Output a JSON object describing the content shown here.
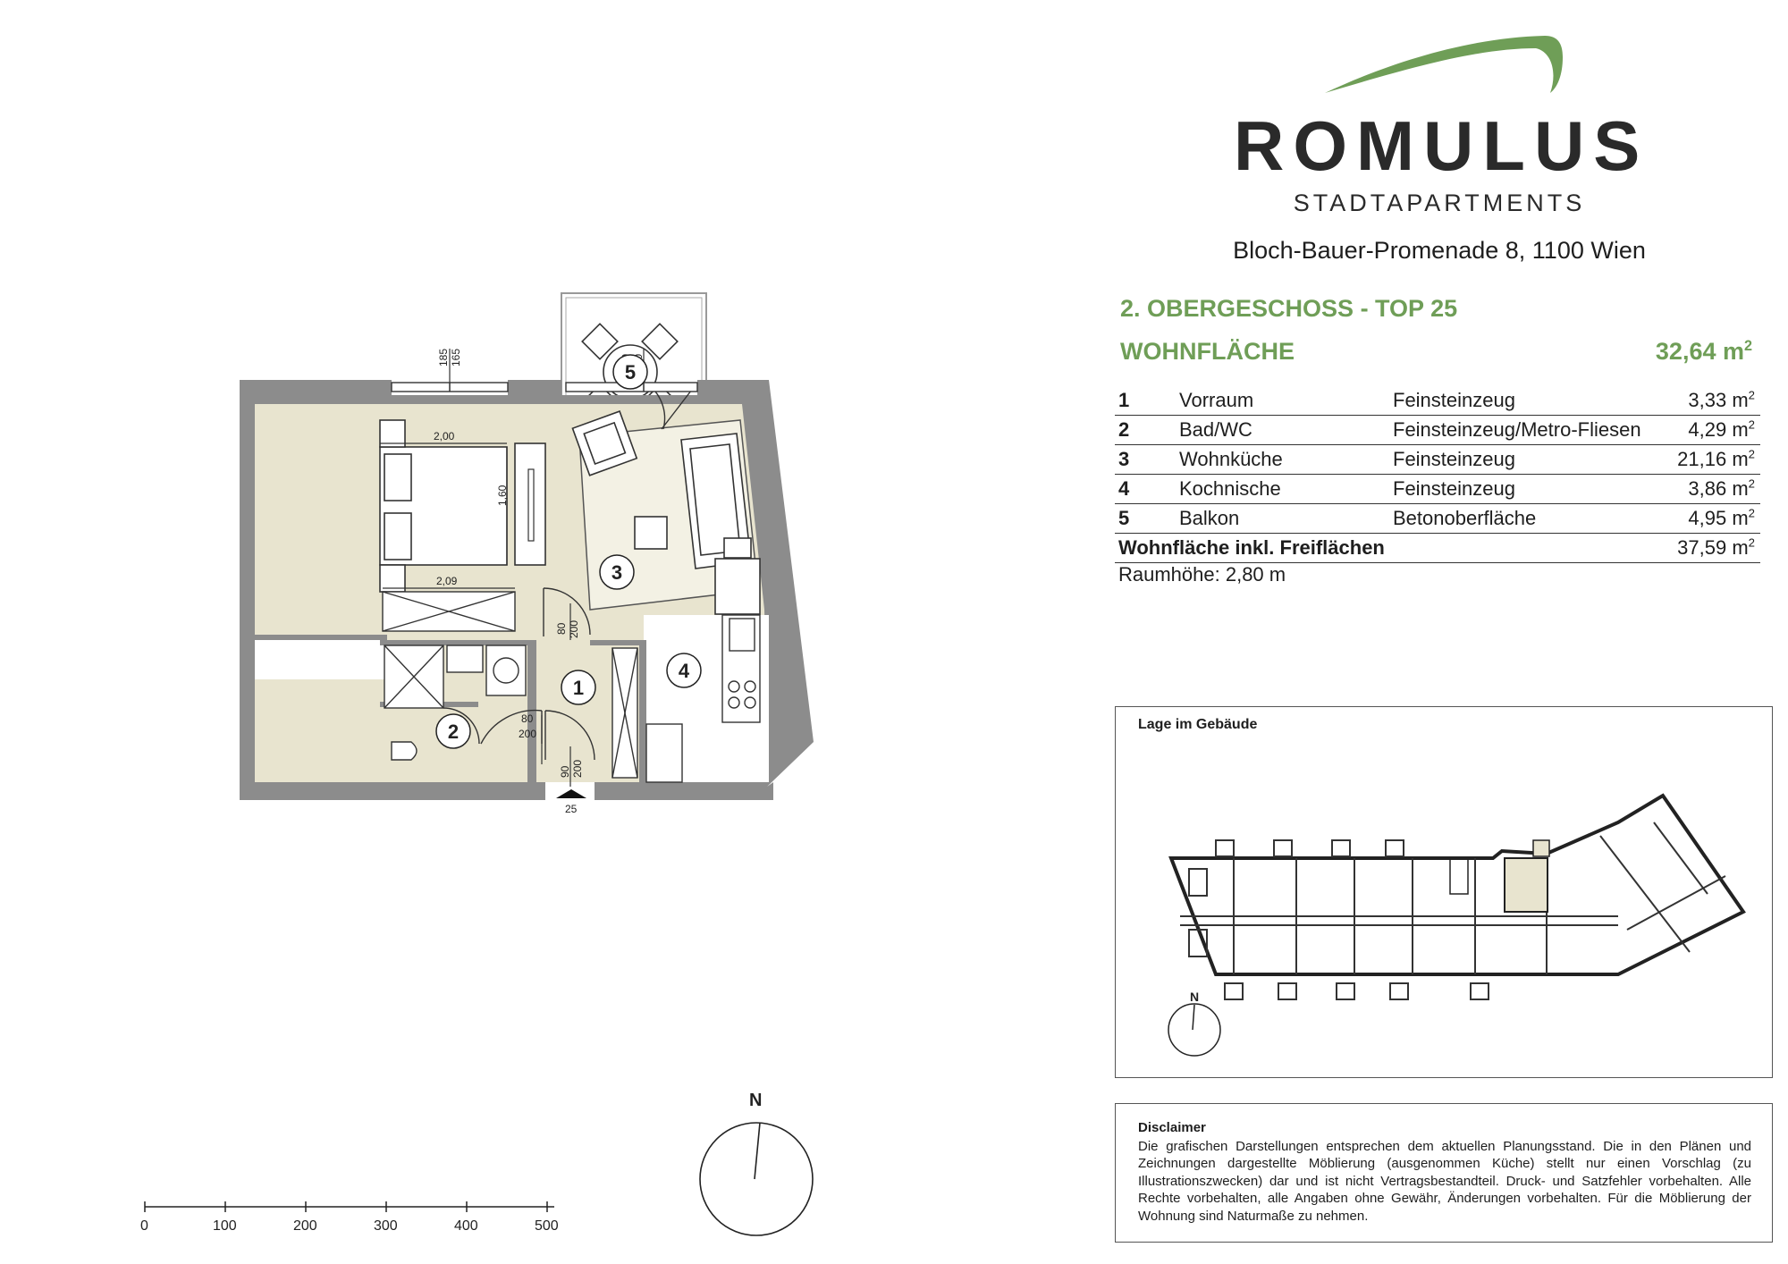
{
  "brand": {
    "name": "ROMULUS",
    "subtitle": "STADTAPARTMENTS",
    "address": "Bloch-Bauer-Promenade 8, 1100 Wien",
    "accent_color": "#6f9e57"
  },
  "unit": {
    "floor_title": "2. OBERGESCHOSS - TOP 25",
    "area_label": "WOHNFLÄCHE",
    "area_value": "32,64 m",
    "area_unit_sup": "2"
  },
  "rooms": [
    {
      "no": "1",
      "name": "Vorraum",
      "flooring": "Feinsteinzeug",
      "area": "3,33 m"
    },
    {
      "no": "2",
      "name": "Bad/WC",
      "flooring": "Feinsteinzeug/Metro-Fliesen",
      "area": "4,29 m"
    },
    {
      "no": "3",
      "name": "Wohnküche",
      "flooring": "Feinsteinzeug",
      "area": "21,16 m"
    },
    {
      "no": "4",
      "name": "Kochnische",
      "flooring": "Feinsteinzeug",
      "area": "3,86 m"
    },
    {
      "no": "5",
      "name": "Balkon",
      "flooring": "Betonoberfläche",
      "area": "4,95 m"
    }
  ],
  "total": {
    "label": "Wohnfläche inkl. Freiflächen",
    "area": "37,59 m"
  },
  "room_height": "Raumhöhe: 2,80 m",
  "location": {
    "title": "Lage im Gebäude",
    "north": "N"
  },
  "disclaimer": {
    "title": "Disclaimer",
    "text": "Die grafischen Darstellungen entsprechen dem aktuellen Planungsstand. Die in den Plänen und Zeichnungen dargestellte Möblierung (ausgenommen Küche) stellt nur einen Vorschlag (zu Illustrationszwecken) dar und ist nicht Vertragsbestandteil. Druck- und Satzfehler vorbehalten. Alle Rechte vorbehalten, alle Angaben ohne Gewähr, Änderungen vorbehalten. Für die Möblierung der Wohnung sind Naturmaße zu nehmen."
  },
  "plan": {
    "room_numbers": [
      "1",
      "2",
      "3",
      "4",
      "5"
    ],
    "dimensions": {
      "bed_width": "2,00",
      "bed_length": "1,60",
      "wardrobe_width": "2,09",
      "window_left_a": "185",
      "window_left_b": "165",
      "window_right_a": "210",
      "window_right_b": "240",
      "door_room3_a": "80",
      "door_room3_b": "200",
      "door_bath_a": "80",
      "door_bath_b": "200",
      "door_entry_a": "90",
      "door_entry_b": "200"
    },
    "entrance_label": "25",
    "north": "N",
    "floor_color": "#e8e4cf",
    "rug_color": "#f3f1e4",
    "wall_color": "#8c8c8c"
  },
  "scale": {
    "ticks": [
      "0",
      "100",
      "200",
      "300",
      "400",
      "500"
    ]
  }
}
